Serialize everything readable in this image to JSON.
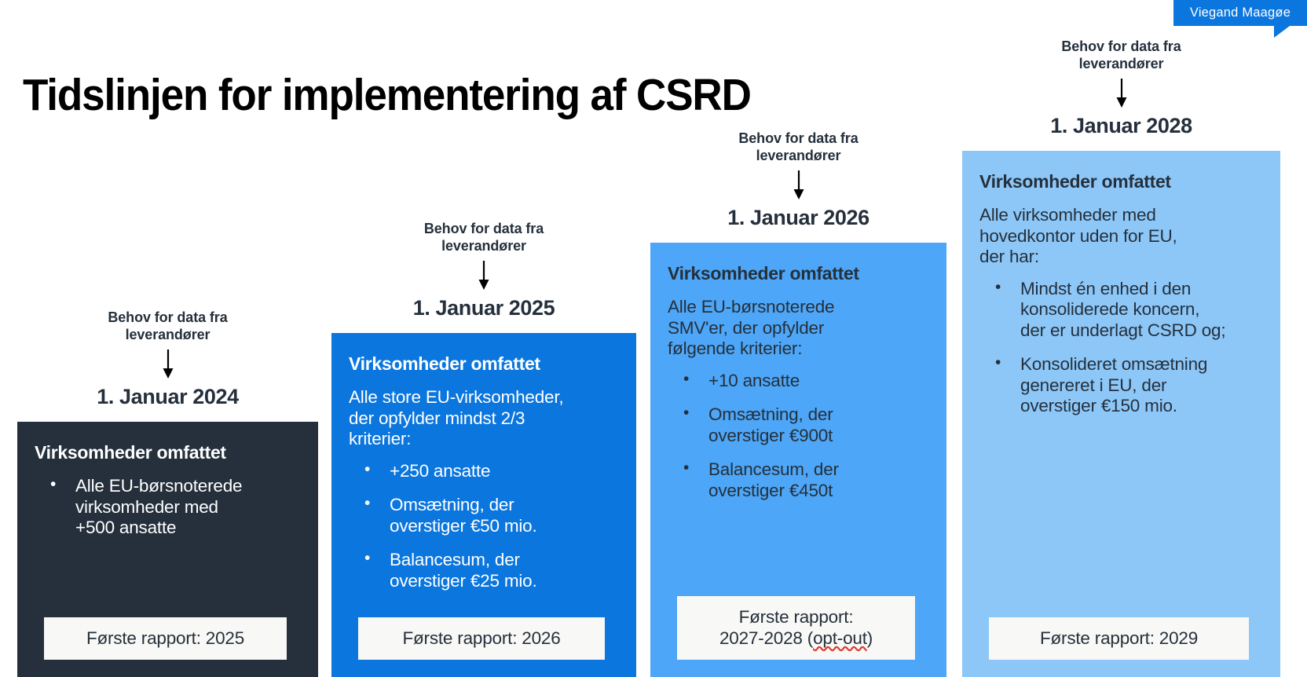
{
  "logo": {
    "text": "Viegand Maagøe",
    "color": "#0b76de"
  },
  "title": "Tidslinjen for implementering af CSRD",
  "colors": {
    "dark_navy": "#25303c",
    "blue": "#0b76de",
    "mid_blue": "#4da6f7",
    "light_blue": "#8dc7f7",
    "report_box": "#f8f8f6",
    "spellcheck_underline": "#e03b2f"
  },
  "columns": [
    {
      "note": "Behov for data fra\nleverandører",
      "date": "1. Januar 2024",
      "card_title": "Virksomheder omfattet",
      "lead": "",
      "bullets": [
        "Alle EU-børsnoterede\nvirksomheder med\n+500 ansatte"
      ],
      "report": "Første rapport: 2025",
      "report_suffix": "",
      "theme": "dark"
    },
    {
      "note": "Behov for data fra\nleverandører",
      "date": "1. Januar 2025",
      "card_title": "Virksomheder omfattet",
      "lead": "Alle store EU-virksomheder,\nder opfylder mindst 2/3\nkriterier:",
      "bullets": [
        "+250 ansatte",
        "Omsætning, der\noverstiger €50 mio.",
        "Balancesum, der\noverstiger €25 mio."
      ],
      "report": "Første rapport: 2026",
      "report_suffix": "",
      "theme": "blue"
    },
    {
      "note": "Behov for data fra\nleverandører",
      "date": "1. Januar 2026",
      "card_title": "Virksomheder omfattet",
      "lead": "Alle EU-børsnoterede\nSMV'er, der opfylder\nfølgende kriterier:",
      "bullets": [
        "+10 ansatte",
        "Omsætning, der\noverstiger €900t",
        "Balancesum, der\noverstiger €450t"
      ],
      "report": "Første rapport:\n2027-2028 (",
      "report_suffix": "opt-out",
      "report_tail": ")",
      "theme": "mid"
    },
    {
      "note": "Behov for data fra\nleverandører",
      "date": "1. Januar 2028",
      "card_title": "Virksomheder omfattet",
      "lead": "Alle virksomheder med\nhovedkontor uden for EU,\nder har:",
      "bullets": [
        "Mindst én enhed i den\nkonsoliderede koncern,\nder er underlagt CSRD og;",
        "Konsolideret omsætning\ngenereret i EU, der\noverstiger €150 mio."
      ],
      "report": "Første rapport: 2029",
      "report_suffix": "",
      "theme": "light"
    }
  ],
  "icons": {
    "arrow": "down-arrow-icon",
    "bullet": "bullet-dot-icon"
  }
}
